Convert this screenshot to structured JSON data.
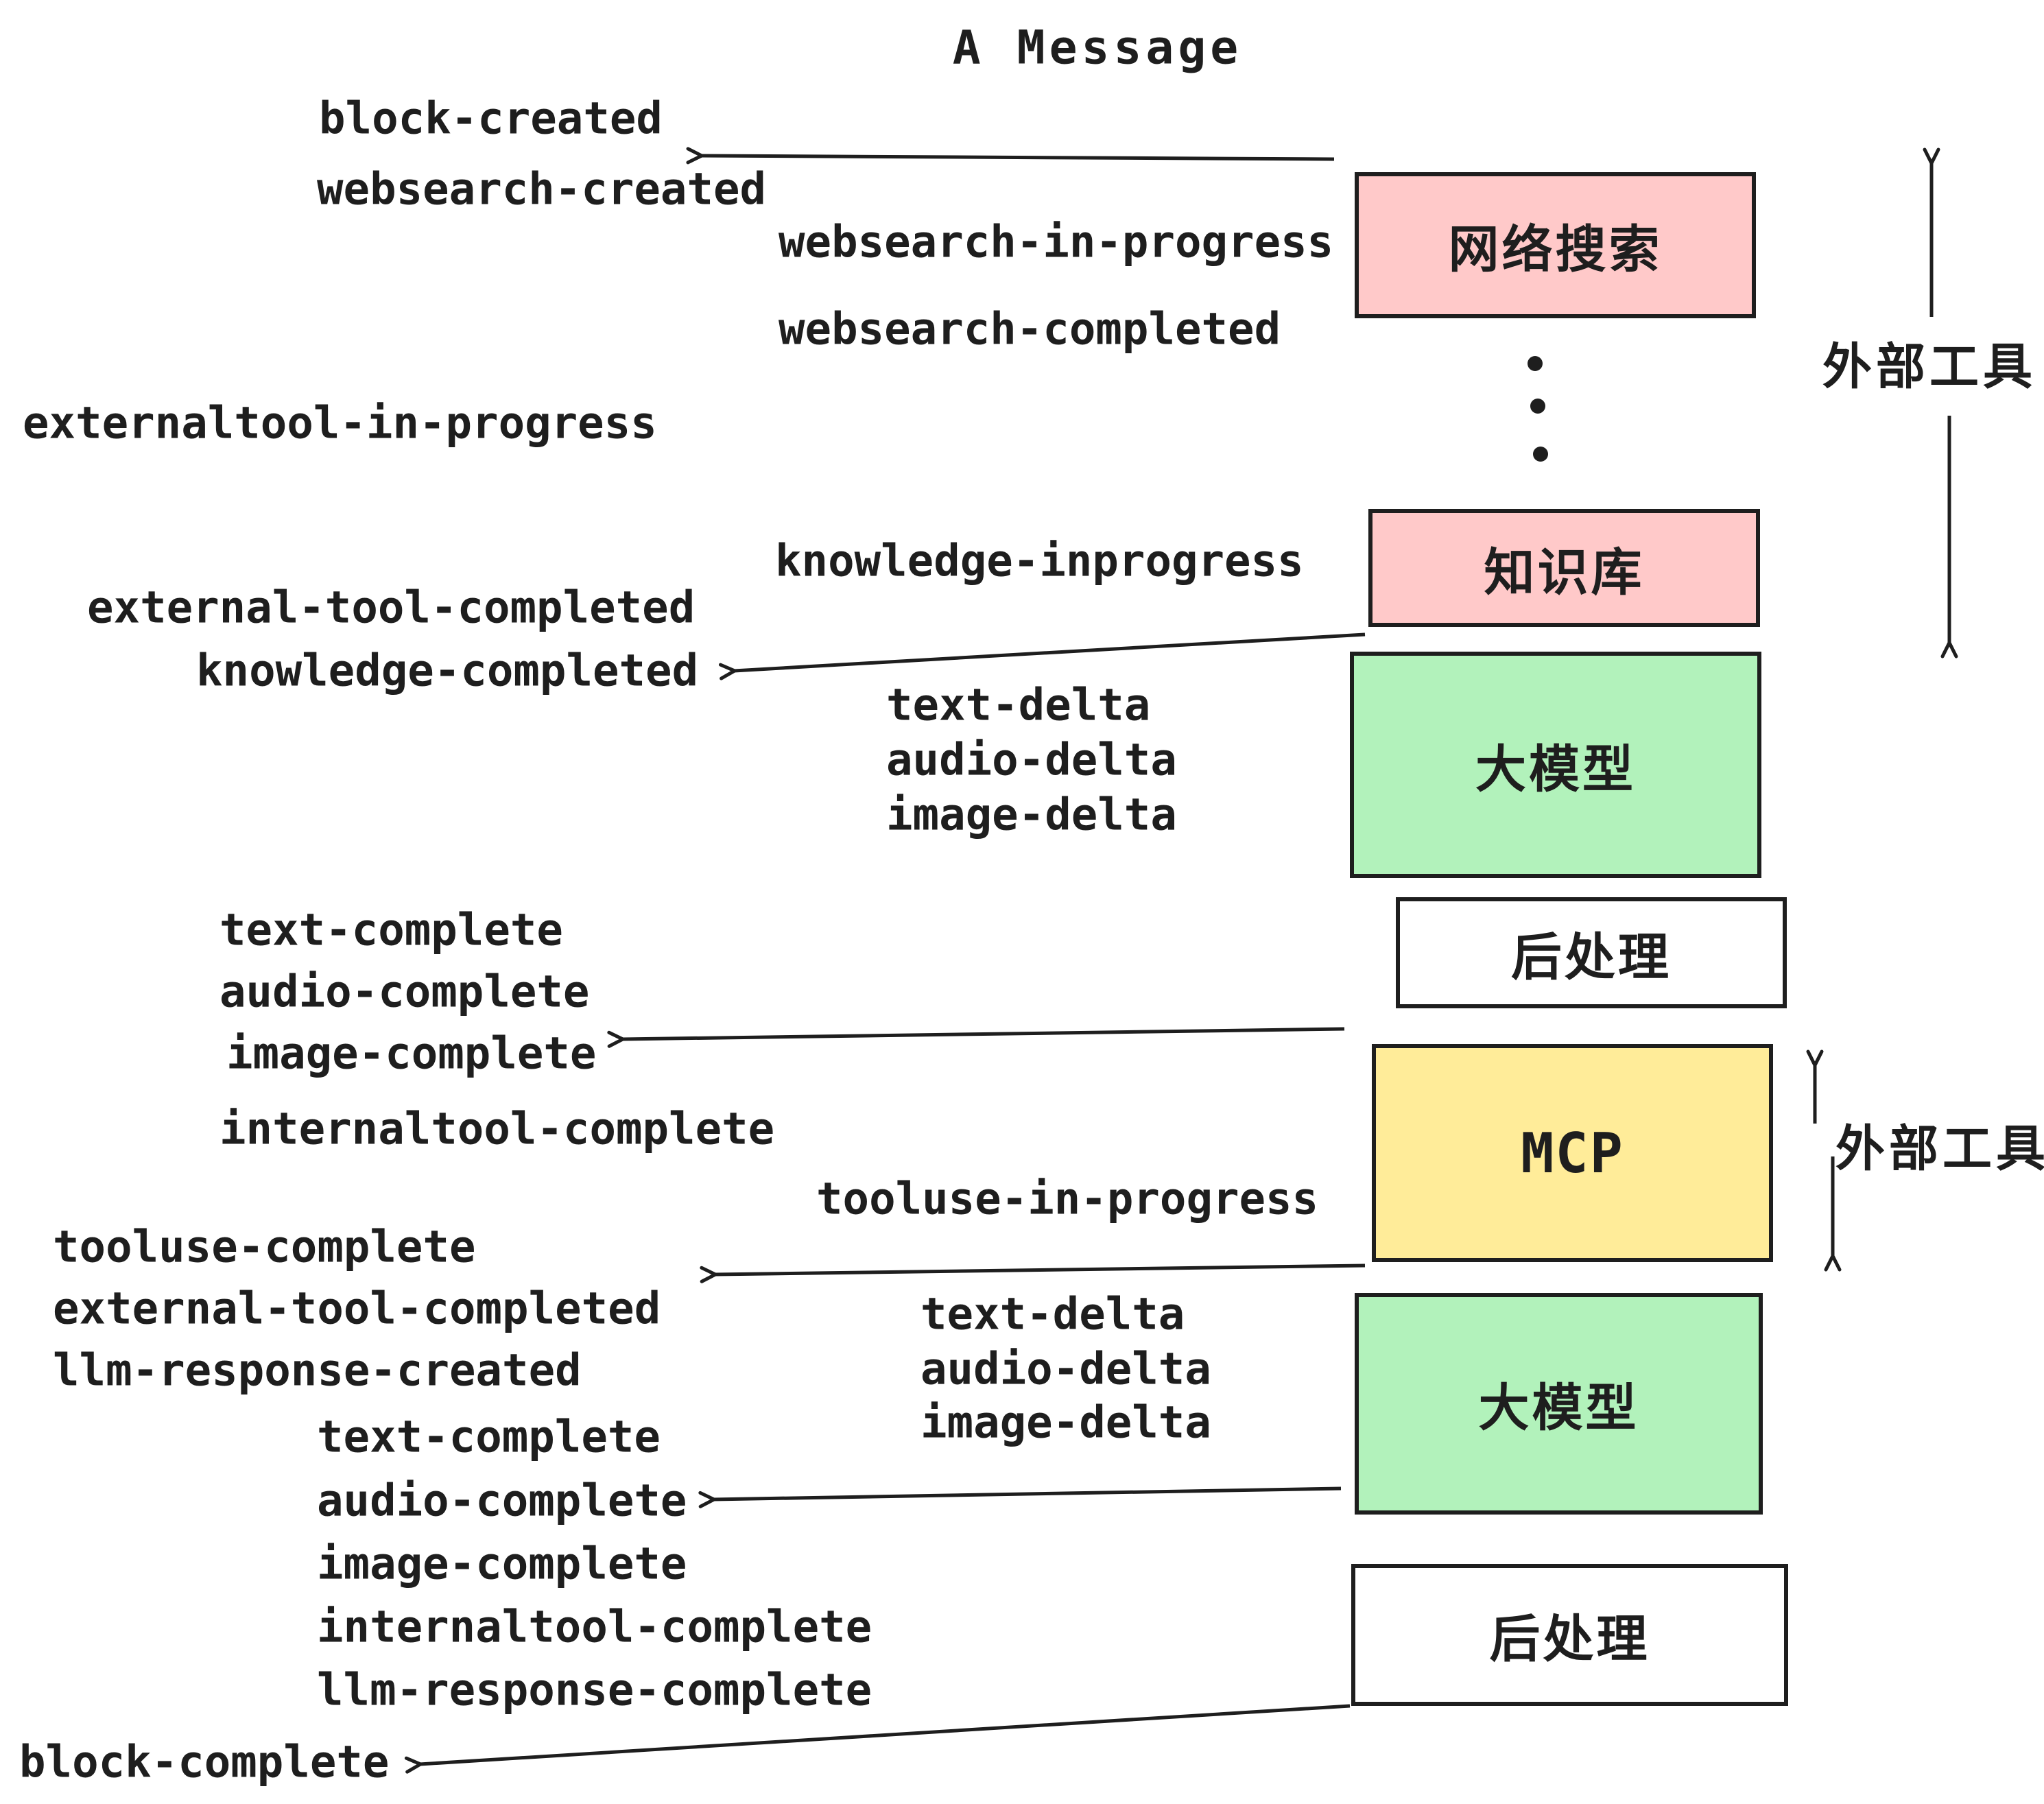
{
  "title": "A Message",
  "events": {
    "left": [
      "block-created",
      "websearch-created",
      "externaltool-in-progress",
      "external-tool-completed",
      "knowledge-completed",
      "text-complete",
      "audio-complete",
      "image-complete",
      "internaltool-complete",
      "tooluse-complete",
      "external-tool-completed",
      "llm-response-created",
      "text-complete",
      "audio-complete",
      "image-complete",
      "internaltool-complete",
      "llm-response-complete",
      "block-complete"
    ],
    "middle": [
      "websearch-in-progress",
      "websearch-completed",
      "knowledge-inprogress",
      "text-delta",
      "audio-delta",
      "image-delta",
      "tooluse-in-progress",
      "text-delta",
      "audio-delta",
      "image-delta"
    ]
  },
  "boxes": [
    {
      "id": "web-search",
      "label": "网络搜索",
      "fill": "#ffc9c9"
    },
    {
      "id": "knowledge-base",
      "label": "知识库",
      "fill": "#ffc9c9"
    },
    {
      "id": "llm-1",
      "label": "大模型",
      "fill": "#b2f2bb"
    },
    {
      "id": "post-process-1",
      "label": "后处理",
      "fill": "#ffffff"
    },
    {
      "id": "mcp",
      "label": "MCP",
      "fill": "#ffec99"
    },
    {
      "id": "llm-2",
      "label": "大模型",
      "fill": "#b2f2bb"
    },
    {
      "id": "post-process-2",
      "label": "后处理",
      "fill": "#ffffff"
    }
  ],
  "annotations": {
    "external_tools_top": "外部工具",
    "external_tools_mid": "外部工具"
  },
  "colors": {
    "stroke": "#1e1e1e",
    "pink": "#ffc9c9",
    "green": "#b2f2bb",
    "yellow": "#ffec99",
    "white": "#ffffff"
  }
}
